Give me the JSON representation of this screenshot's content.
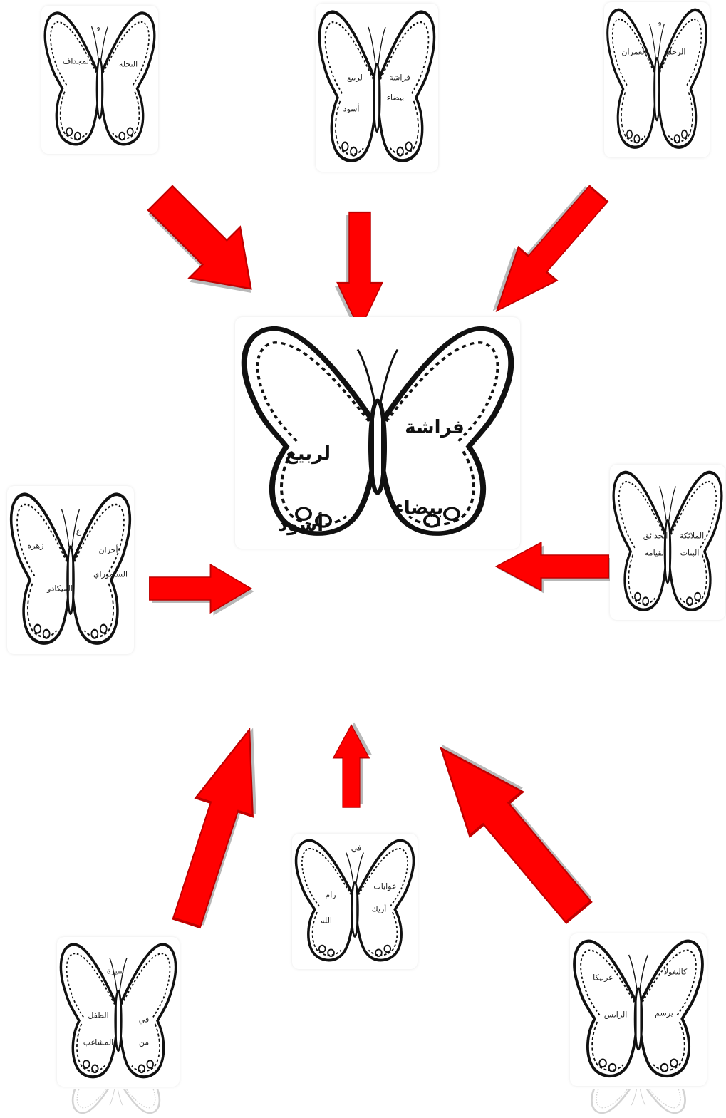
{
  "colors": {
    "arrow": "#ff0000",
    "arrow_edge": "#c00000",
    "ink": "#111111"
  },
  "center": {
    "words": [
      "فراشة",
      "بيضاء",
      "لربيع",
      "أسود"
    ]
  },
  "cards": [
    {
      "id": "top-left",
      "words": [
        "و",
        "المجداف",
        "النحلة"
      ]
    },
    {
      "id": "top-middle",
      "words": [
        "فراشة",
        "لربيع",
        "بيضاء",
        "أسود"
      ]
    },
    {
      "id": "top-right",
      "words": [
        "و",
        "العمران",
        "الرحلة"
      ]
    },
    {
      "id": "middle-left",
      "words": [
        "ع",
        "زهرة",
        "أحزان",
        "الميكادو",
        "الساموراي"
      ]
    },
    {
      "id": "middle-right",
      "words": [
        "الملائكة",
        "الحدائق",
        "البنات",
        "القيامة"
      ]
    },
    {
      "id": "bottom-middle",
      "words": [
        "في",
        "غوايات",
        "رام",
        "أريك",
        "الله"
      ]
    },
    {
      "id": "bottom-left",
      "words": [
        "سيرة",
        "الطفل",
        "في",
        "من",
        "المشاغب"
      ]
    },
    {
      "id": "bottom-right",
      "words": [
        "كالبغولا",
        "غرنيكا",
        "يرسم",
        "الرايس"
      ]
    }
  ]
}
